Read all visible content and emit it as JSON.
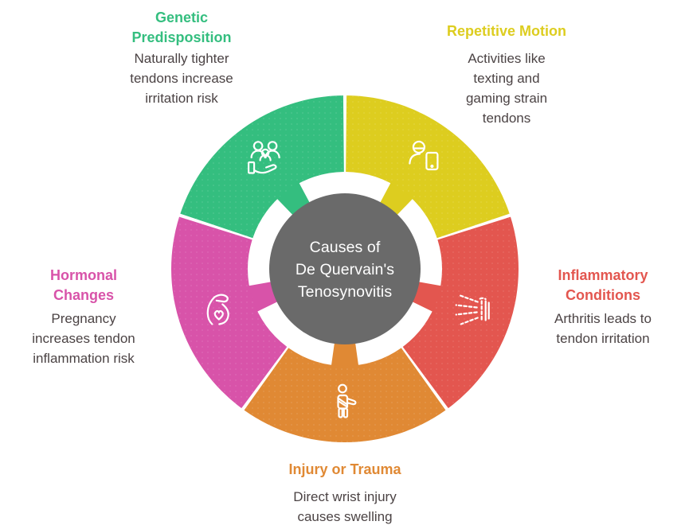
{
  "center": {
    "title": "Causes of\nDe Quervain's\nTenosynovitis",
    "bg_color": "#6a6a6a",
    "text_color": "#ffffff"
  },
  "body_text_color": "#4b4344",
  "segments": [
    {
      "id": "repetitive-motion",
      "heading": "Repetitive Motion",
      "body": "Activities like\ntexting and\ngaming strain\ntendons",
      "color": "#ddcd1f",
      "icon": "person-phone-icon"
    },
    {
      "id": "inflammatory-conditions",
      "heading": "Inflammatory\nConditions",
      "body": "Arthritis leads to\ntendon irritation",
      "color": "#e3564f",
      "icon": "xray-hand-icon"
    },
    {
      "id": "injury-or-trauma",
      "heading": "Injury or Trauma",
      "body": "Direct wrist injury\ncauses swelling",
      "color": "#e08934",
      "icon": "injured-person-icon"
    },
    {
      "id": "hormonal-changes",
      "heading": "Hormonal\nChanges",
      "body": "Pregnancy\nincreases tendon\ninflammation risk",
      "color": "#d853a9",
      "icon": "pregnancy-icon"
    },
    {
      "id": "genetic-predisposition",
      "heading": "Genetic\nPredisposition",
      "body": "Naturally tighter\ntendons increase\nirritation risk",
      "color": "#34be7f",
      "icon": "family-hand-icon"
    }
  ]
}
